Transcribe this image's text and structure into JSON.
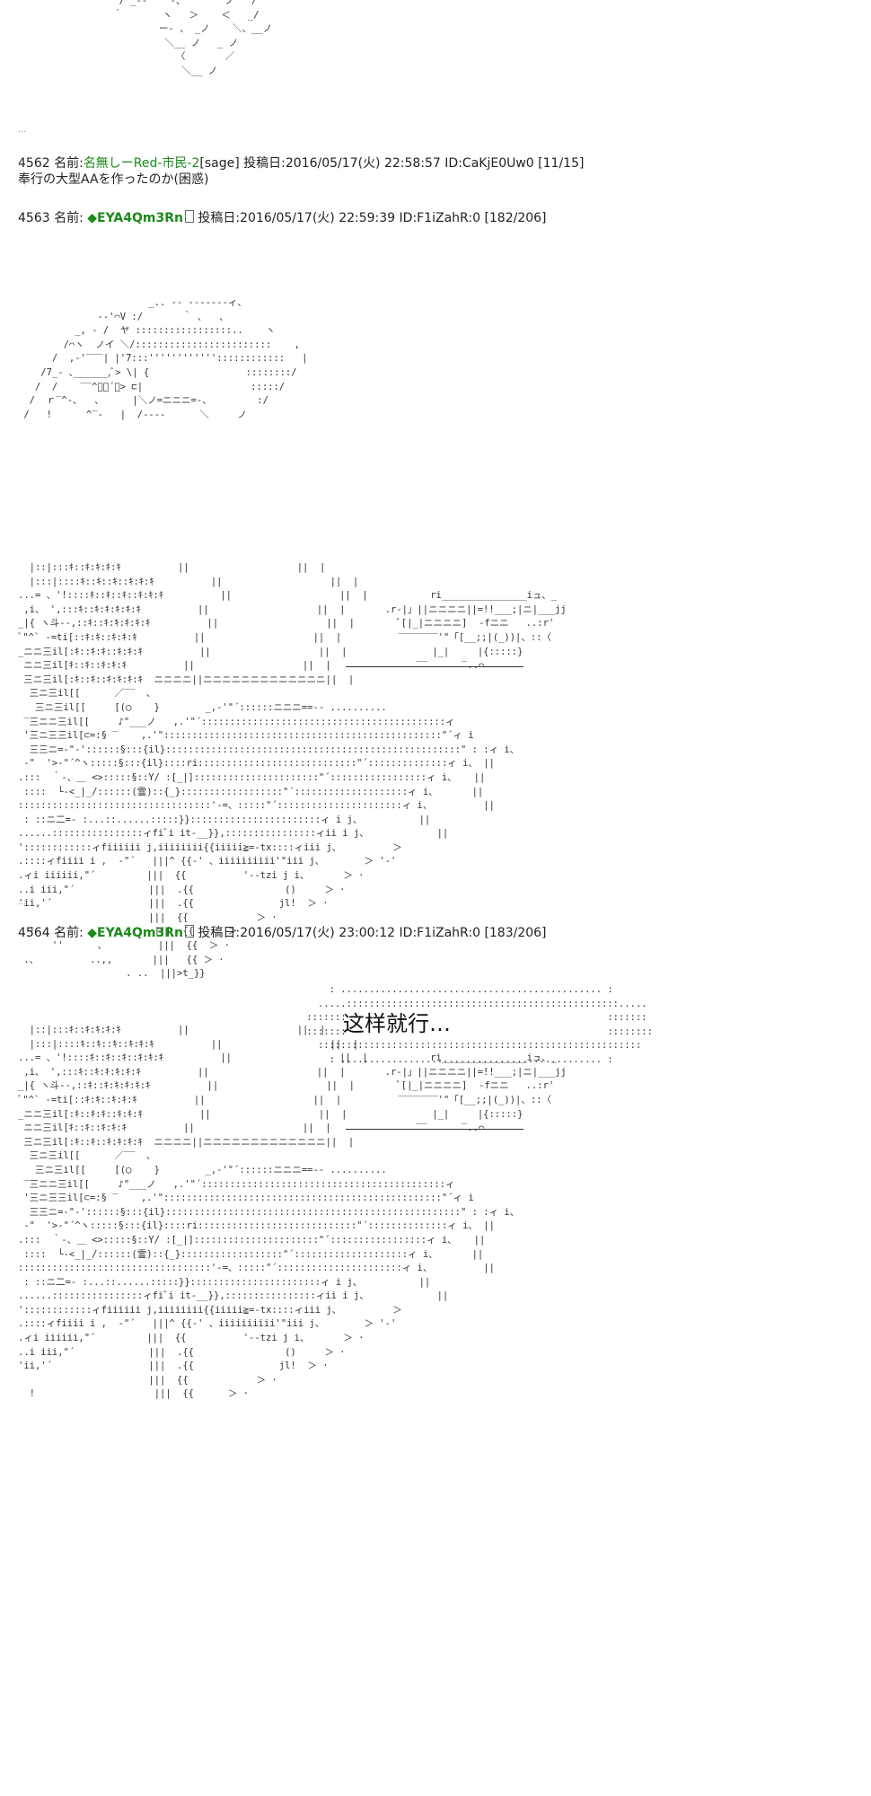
{
  "posts": [
    {
      "number": "4562",
      "name_label": "名前:",
      "name": "名無しーRed-市民-2",
      "mail": "[sage]",
      "date_label": "投稿日:",
      "date": "2016/05/17(火) 22:58:57",
      "id": "ID:CaKjE0Uw0",
      "count": "[11/15]",
      "body": "奉行の大型AAを作ったのか(困惑)"
    },
    {
      "number": "4563",
      "name_label": "名前:",
      "name": "◆EYA4Qm3Rn",
      "date_label": "投稿日:",
      "date": "2016/05/17(火) 22:59:39",
      "id": "ID:F1iZahR:0",
      "count": "[182/206]"
    },
    {
      "number": "4564",
      "name_label": "名前:",
      "name": "◆EYA4Qm3Rn",
      "date_label": "投稿日:",
      "date": "2016/05/17(火) 23:00:12",
      "id": "ID:F1iZahR:0",
      "count": "[183/206]",
      "bubble": "这样就行…"
    }
  ],
  "separators": [
    "…",
    "…"
  ]
}
